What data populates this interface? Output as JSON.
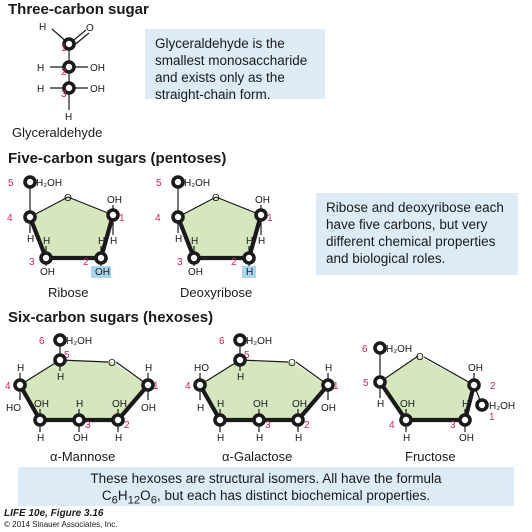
{
  "sections": {
    "three": {
      "title": "Three-carbon sugar"
    },
    "five": {
      "title": "Five-carbon sugars (pentoses)"
    },
    "six": {
      "title": "Six-carbon sugars (hexoses)"
    }
  },
  "callouts": {
    "glyceraldehyde": "Glyceraldehyde is the smallest monosaccharide and exists only as the straight-chain form.",
    "pentoses": "Ribose and deoxyribose each have five carbons, but very different chemical properties and biological roles.",
    "hexoses_line1": "These hexoses are structural isomers. All have the formula",
    "hexoses_formula_c": "C",
    "hexoses_formula_c_sub": "6",
    "hexoses_formula_h": "H",
    "hexoses_formula_h_sub": "12",
    "hexoses_formula_o": "O",
    "hexoses_formula_o_sub": "6",
    "hexoses_line2_rest": ", but each has distinct biochemical properties."
  },
  "molecules": {
    "glyceraldehyde": "Glyceraldehyde",
    "ribose": "Ribose",
    "deoxyribose": "Deoxyribose",
    "mannose": "α-Mannose",
    "galactose": "α-Galactose",
    "fructose": "Fructose"
  },
  "atoms": {
    "H": "H",
    "O": "O",
    "OH": "OH",
    "HO": "HO",
    "H2OH": "H₂OH",
    "C": "C"
  },
  "carbon_numbers": [
    "1",
    "2",
    "3",
    "4",
    "5",
    "6"
  ],
  "colors": {
    "ring_fill": "#d6e7bf",
    "callout_bg": "#dcebf6",
    "highlight": "#a8d6ee",
    "carbon_number": "#d0245c"
  },
  "credit": {
    "figure": "LIFE 10e, Figure 3.16",
    "copyright": "© 2014 Sinauer Associates, Inc."
  }
}
